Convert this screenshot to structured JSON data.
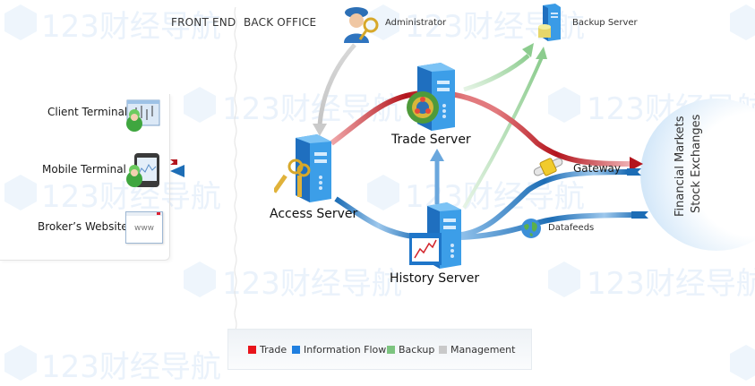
{
  "sections": {
    "front_end": "FRONT END",
    "back_office": "BACK OFFICE"
  },
  "front_end_items": [
    {
      "label": "Client Terminal",
      "icon": "client-terminal-icon"
    },
    {
      "label": "Mobile Terminal",
      "icon": "mobile-terminal-icon"
    },
    {
      "label": "Broker’s Website",
      "icon": "website-icon",
      "icon_text": "www"
    }
  ],
  "nodes": {
    "administrator": "Administrator",
    "backup_server": "Backup Server",
    "trade_server": "Trade Server",
    "access_server": "Access Server",
    "history_server": "History Server",
    "gateway": "Gateway",
    "datafeeds": "Datafeeds",
    "exchange_line1": "Financial Markets",
    "exchange_line2": "Stock Exchanges"
  },
  "legend": [
    {
      "label": "Trade",
      "color": "#e8141b"
    },
    {
      "label": "Information Flow",
      "color": "#1f7fe0"
    },
    {
      "label": "Backup",
      "color": "#7cc47f"
    },
    {
      "label": "Management",
      "color": "#c9c9c9"
    }
  ],
  "colors": {
    "trade": "#b3141c",
    "info": "#1d6db5",
    "backup": "#9fd3a0",
    "management": "#d6d6d6"
  },
  "watermark": "123财经导航"
}
